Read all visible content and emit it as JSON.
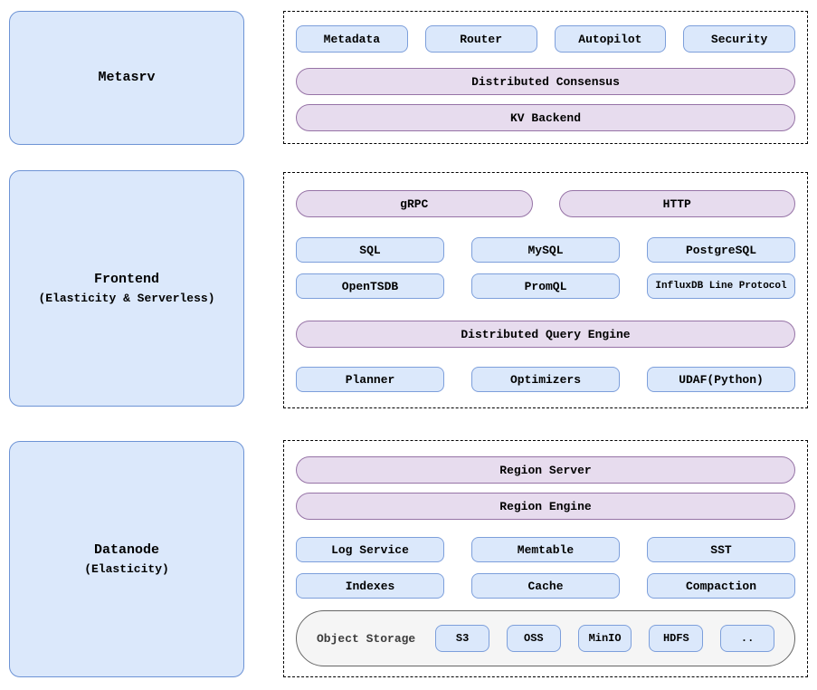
{
  "colors": {
    "blue_fill": "#dbe8fb",
    "blue_border": "#7d9fdb",
    "blue_border_dark": "#6d93d5",
    "purple_fill": "#e7dcee",
    "purple_border": "#9673a6",
    "storage_fill": "#f5f5f5",
    "storage_border": "#666666"
  },
  "left_column": {
    "metasrv": {
      "title": "Metasrv",
      "subtitle": ""
    },
    "frontend": {
      "title": "Frontend",
      "subtitle": "(Elasticity & Serverless)"
    },
    "datanode": {
      "title": "Datanode",
      "subtitle": "(Elasticity)"
    }
  },
  "metasrv_panel": {
    "modules": [
      "Metadata",
      "Router",
      "Autopilot",
      "Security"
    ],
    "consensus_pill": "Distributed Consensus",
    "kv_pill": "KV Backend"
  },
  "frontend_panel": {
    "server_pills": [
      "gRPC",
      "HTTP"
    ],
    "protocols_row1": [
      "SQL",
      "MySQL",
      "PostgreSQL"
    ],
    "protocols_row2": [
      "OpenTSDB",
      "PromQL",
      "InfluxDB Line Protocol"
    ],
    "engine_pill": "Distributed Query Engine",
    "engine_modules": [
      "Planner",
      "Optimizers",
      "UDAF(Python)"
    ]
  },
  "datanode_panel": {
    "server_pill": "Region Server",
    "engine_pill": "Region Engine",
    "modules_row1": [
      "Log Service",
      "Memtable",
      "SST"
    ],
    "modules_row2": [
      "Indexes",
      "Cache",
      "Compaction"
    ],
    "object_storage": {
      "label": "Object Storage",
      "backends": [
        "S3",
        "OSS",
        "MinIO",
        "HDFS",
        ".."
      ]
    }
  }
}
